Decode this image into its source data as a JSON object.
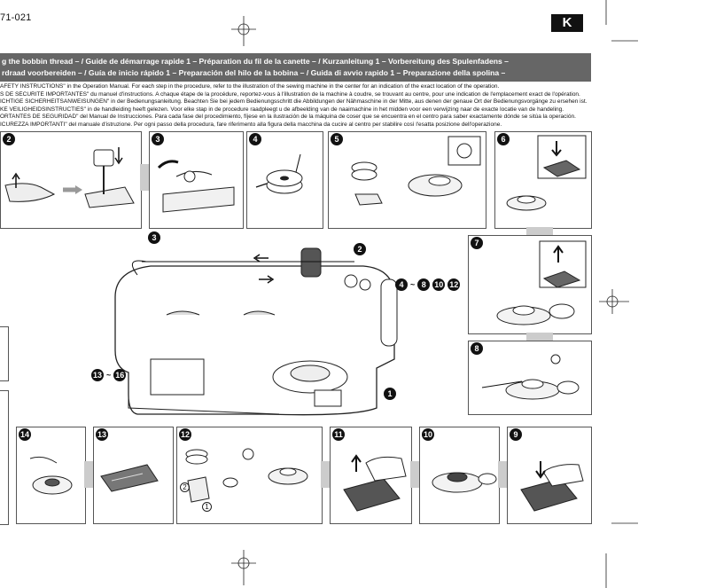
{
  "page": {
    "doc_code": "71-021",
    "lang_badge": "K"
  },
  "header": {
    "line1": "g the bobbin thread – / Guide de démarrage rapide 1 – Préparation du fil de la canette – / Kurzanleitung 1 – Vorbereitung des Spulenfadens –",
    "line2": "rdraad voorbereiden – / Guía de inicio rápido 1 – Preparación del hilo de la bobina – / Guida di avvio rapido 1 – Preparazione della spolina –"
  },
  "instructions": [
    "AFETY INSTRUCTIONS\" in the Operation Manual. For each step in the procedure, refer to the illustration of the sewing machine in the center for an indication of the exact location of the operation.",
    "S DE SÉCURITÉ IMPORTANTES\" du manuel d'instructions. A chaque étape de la procédure, reportez-vous à l'illustration de la machine à coudre, se trouvant au centre, pour une indication de l'emplacement exact de l'opération.",
    "ICHTIGE SICHERHEITSANWEISUNGEN\" in der Bedienungsanleitung. Beachten Sie bei jedem Bedienungsschritt die Abbildungen der Nähmaschine in der Mitte, aus denen der genaue Ort der Bedienungsvorgänge zu ersehen ist.",
    "KE VEILIGHEIDSINSTRUCTIES\" in de handleiding heeft gelezen. Voor elke stap in de procedure raadpleegt u de afbeelding van de naaimachine in het midden voor een verwijzing naar de exacte locatie van de handeling.",
    "ORTANTES DE SEGURIDAD\" del Manual de Instrucciones. Para cada fase del procedimiento, fíjese en la ilustración de la máquina de coser que se encuentra en el centro para saber exactamente dónde se sitúa la operación.",
    "ICUREZZA IMPORTANTI\" del manuale d'istruzione. Per ogni passo della procedura, fare riferimento alla figura della macchina da cucire al centro per stabilire così l'esatta posizione dell'operazione."
  ],
  "steps": {
    "s2": "2",
    "s3": "3",
    "s4": "4",
    "s5": "5",
    "s6": "6",
    "s7": "7",
    "s8": "8",
    "s9": "9",
    "s10": "10",
    "s11": "11",
    "s12": "12",
    "s13": "13",
    "s14": "14"
  },
  "callouts": {
    "c1": "1",
    "c2": "2",
    "c3": "3",
    "c4": "4",
    "tilde": "~",
    "c8": "8",
    "c10": "10",
    "c12": "12",
    "c13": "13",
    "c16": "16"
  },
  "sub_labels": {
    "a1": "1",
    "a2": "2"
  },
  "icons": [
    "arrow-right-icon",
    "arrow-up-icon",
    "arrow-down-icon",
    "registration-mark-icon"
  ]
}
